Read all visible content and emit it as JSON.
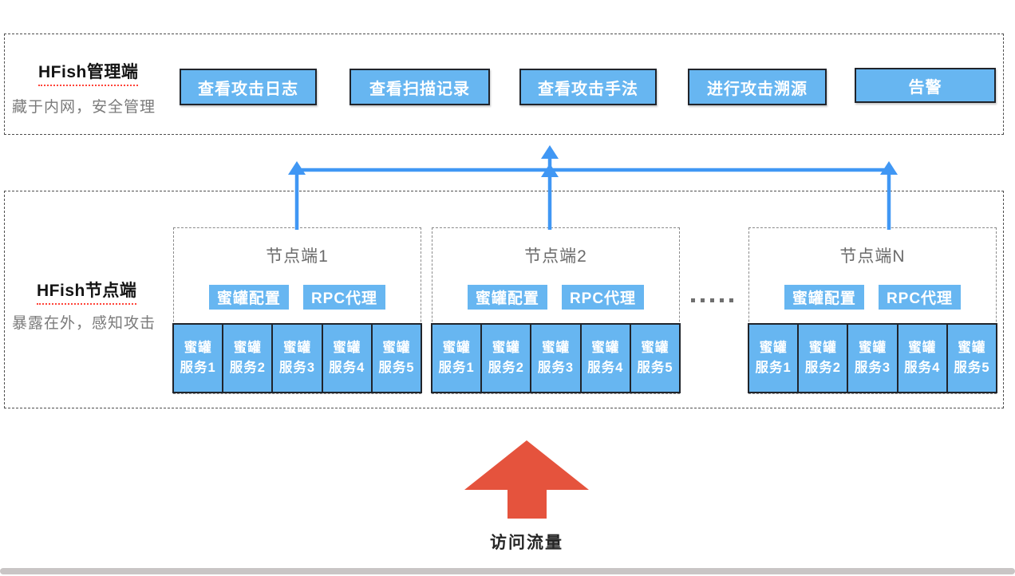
{
  "management": {
    "title": "HFish管理端",
    "subtitle": "藏于内网，安全管理",
    "buttons": [
      {
        "label": "查看攻击日志"
      },
      {
        "label": "查看扫描记录"
      },
      {
        "label": "查看攻击手法"
      },
      {
        "label": "进行攻击溯源"
      },
      {
        "label": "告警"
      }
    ]
  },
  "nodes_section": {
    "title": "HFish节点端",
    "subtitle": "暴露在外，感知攻击",
    "ellipsis": "·····",
    "nodes": [
      {
        "title": "节点端1",
        "tags": [
          "蜜罐配置",
          "RPC代理"
        ],
        "services": [
          "蜜罐服务1",
          "蜜罐服务2",
          "蜜罐服务3",
          "蜜罐服务4",
          "蜜罐服务5"
        ]
      },
      {
        "title": "节点端2",
        "tags": [
          "蜜罐配置",
          "RPC代理"
        ],
        "services": [
          "蜜罐服务1",
          "蜜罐服务2",
          "蜜罐服务3",
          "蜜罐服务4",
          "蜜罐服务5"
        ]
      },
      {
        "title": "节点端N",
        "tags": [
          "蜜罐配置",
          "RPC代理"
        ],
        "services": [
          "蜜罐服务1",
          "蜜罐服务2",
          "蜜罐服务3",
          "蜜罐服务4",
          "蜜罐服务5"
        ]
      }
    ]
  },
  "traffic_arrow": {
    "label": "访问流量"
  },
  "colors": {
    "box_blue": "#67B6F1",
    "arrow_blue": "#4097F4",
    "traffic_red": "#E5533D",
    "dark_border": "#20242B"
  }
}
